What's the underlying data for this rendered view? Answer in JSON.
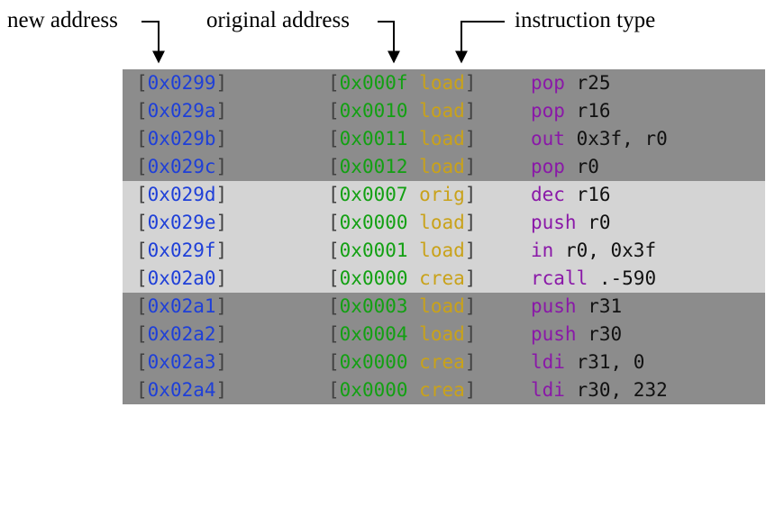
{
  "header": {
    "new_address": "new address",
    "original_address": "original address",
    "instruction_type": "instruction type"
  },
  "colors": {
    "new_address": "#1e3fd8",
    "original_address": "#12a012",
    "instruction_type": "#c9a21a",
    "mnemonic": "#8a18a8",
    "operands": "#111111",
    "group_dark": "#8c8c8c",
    "group_light": "#d4d4d4"
  },
  "rows": [
    {
      "new": "0x0299",
      "orig": "0x000f",
      "type": "load",
      "mnemonic": "pop",
      "operands": "r25",
      "group": "dark"
    },
    {
      "new": "0x029a",
      "orig": "0x0010",
      "type": "load",
      "mnemonic": "pop",
      "operands": "r16",
      "group": "dark"
    },
    {
      "new": "0x029b",
      "orig": "0x0011",
      "type": "load",
      "mnemonic": "out",
      "operands": "0x3f, r0",
      "group": "dark"
    },
    {
      "new": "0x029c",
      "orig": "0x0012",
      "type": "load",
      "mnemonic": "pop",
      "operands": "r0",
      "group": "dark"
    },
    {
      "new": "0x029d",
      "orig": "0x0007",
      "type": "orig",
      "mnemonic": "dec",
      "operands": "r16",
      "group": "light"
    },
    {
      "new": "0x029e",
      "orig": "0x0000",
      "type": "load",
      "mnemonic": "push",
      "operands": "r0",
      "group": "light"
    },
    {
      "new": "0x029f",
      "orig": "0x0001",
      "type": "load",
      "mnemonic": "in",
      "operands": "r0, 0x3f",
      "group": "light"
    },
    {
      "new": "0x02a0",
      "orig": "0x0000",
      "type": "crea",
      "mnemonic": "rcall",
      "operands": ".-590",
      "group": "light"
    },
    {
      "new": "0x02a1",
      "orig": "0x0003",
      "type": "load",
      "mnemonic": "push",
      "operands": "r31",
      "group": "dark"
    },
    {
      "new": "0x02a2",
      "orig": "0x0004",
      "type": "load",
      "mnemonic": "push",
      "operands": "r30",
      "group": "dark"
    },
    {
      "new": "0x02a3",
      "orig": "0x0000",
      "type": "crea",
      "mnemonic": "ldi",
      "operands": "r31, 0",
      "group": "dark"
    },
    {
      "new": "0x02a4",
      "orig": "0x0000",
      "type": "crea",
      "mnemonic": "ldi",
      "operands": "r30, 232",
      "group": "dark"
    }
  ]
}
